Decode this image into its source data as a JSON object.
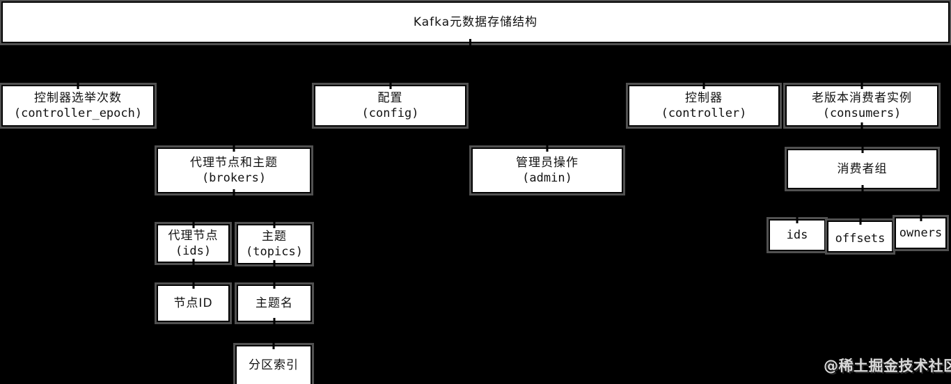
{
  "diagram": {
    "title": "Kafka元数据存储结构",
    "type": "tree-diagram",
    "colors": {
      "background": "#000000",
      "box_fill": "#ffffff",
      "box_border": "#000000",
      "box_outer_ring": "#515151",
      "watermark_text": "#d9d9d9"
    }
  },
  "nodes": {
    "root": {
      "zh": "Kafka元数据存储结构"
    },
    "controller_epoch": {
      "zh": "控制器选举次数",
      "en": "(controller_epoch)"
    },
    "config": {
      "zh": "配置",
      "en": "(config)"
    },
    "controller": {
      "zh": "控制器",
      "en": "(controller)"
    },
    "consumers": {
      "zh": "老版本消费者实例",
      "en": "(consumers)"
    },
    "brokers": {
      "zh": "代理节点和主题",
      "en": "(brokers)"
    },
    "admin": {
      "zh": "管理员操作",
      "en": "(admin)"
    },
    "consumer_group": {
      "zh": "消费者组"
    },
    "broker_ids": {
      "zh": "代理节点",
      "en": "(ids)"
    },
    "topics": {
      "zh": "主题",
      "en": "(topics)"
    },
    "cg_ids": {
      "en": "ids"
    },
    "cg_offsets": {
      "en": "offsets"
    },
    "cg_owners": {
      "en": "owners"
    },
    "node_id": {
      "zh": "节点ID"
    },
    "topic_name": {
      "zh": "主题名"
    },
    "partition_index": {
      "zh": "分区索引"
    }
  },
  "watermark": {
    "text": "@稀土掘金技术社区"
  }
}
